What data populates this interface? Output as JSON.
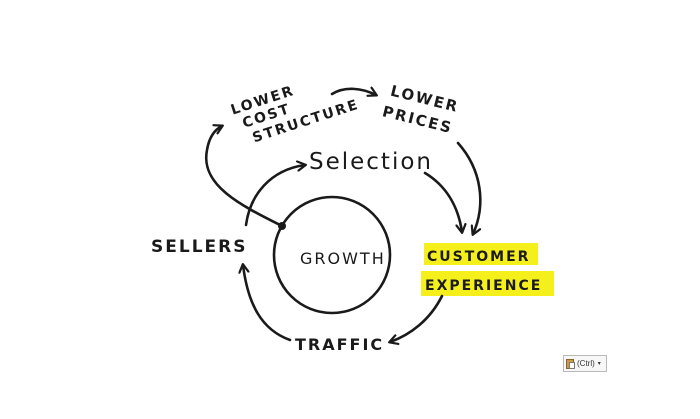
{
  "diagram": {
    "labels": {
      "lower_cost_structure": [
        "LOWER",
        "COST",
        "STRUCTURE"
      ],
      "lower_prices": [
        "LOWER",
        "PRICES"
      ],
      "selection": "Selection",
      "sellers": "SELLERS",
      "growth": "GROWTH",
      "customer_experience": [
        "CUSTOMER",
        "EXPERIENCE"
      ],
      "traffic": "TRAFFIC"
    },
    "highlight_color": "#f5f01c",
    "ink_color": "#1a1a1a"
  },
  "paste_options": {
    "label": "(Ctrl)",
    "caret": "▾",
    "icon": "clipboard-icon"
  }
}
